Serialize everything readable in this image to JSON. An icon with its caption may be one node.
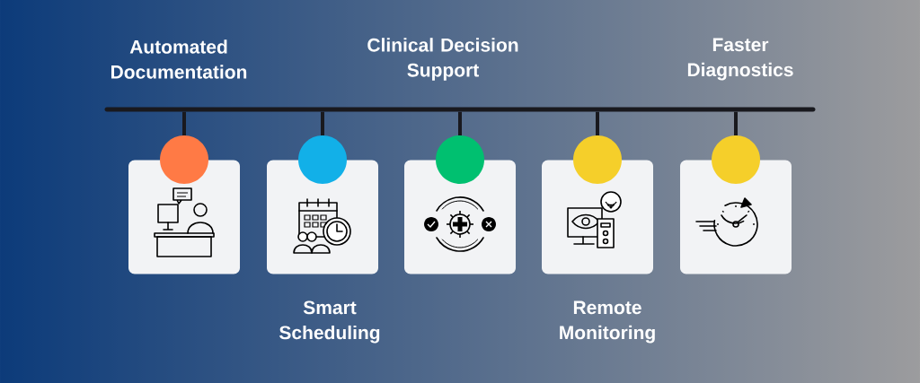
{
  "diagram": {
    "nodes": [
      {
        "text": [],
        "shape": "bar"
      },
      {
        "text": [
          "Automated Documentation"
        ]
      },
      {
        "text": [
          "Smart Scheduling"
        ]
      },
      {
        "text": [
          "Clinical Decision Support"
        ]
      },
      {
        "text": [
          "Remote Monitoring"
        ]
      },
      {
        "text": [
          "Faster Diagnostics"
        ]
      }
    ],
    "edges": [
      {
        "from": 0,
        "to": 1,
        "arrow": "none"
      },
      {
        "from": 0,
        "to": 2,
        "arrow": "none"
      },
      {
        "from": 0,
        "to": 3,
        "arrow": "none"
      },
      {
        "from": 0,
        "to": 4,
        "arrow": "none"
      },
      {
        "from": 0,
        "to": 5,
        "arrow": "none"
      }
    ]
  }
}
